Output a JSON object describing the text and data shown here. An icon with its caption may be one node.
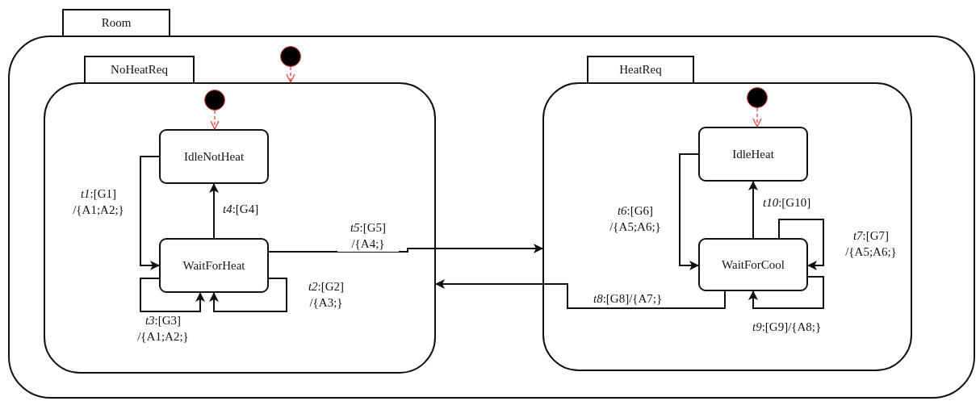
{
  "diagram": {
    "nodes": [
      {
        "text": [
          "Room"
        ]
      },
      {
        "text": [
          "NoHeatReq"
        ],
        "in": 0
      },
      {
        "text": [],
        "shape": "circle",
        "in": 0
      },
      {
        "text": [],
        "shape": "circle",
        "in": 1
      },
      {
        "text": [
          "IdleNotHeat"
        ],
        "in": 1
      },
      {
        "text": [
          "WaitForHeat"
        ],
        "in": 1
      },
      {
        "text": [
          "HeatReq"
        ],
        "in": 0
      },
      {
        "text": [],
        "shape": "circle",
        "in": 6
      },
      {
        "text": [
          "IdleHeat"
        ],
        "in": 6
      },
      {
        "text": [
          "WaitForCool"
        ],
        "in": 6
      }
    ],
    "edges": [
      {
        "from": 2,
        "to": 1,
        "arrow": "to",
        "style": "dashed",
        "color": "#e8413f"
      },
      {
        "from": 3,
        "to": 4,
        "arrow": "to",
        "style": "dashed",
        "color": "#e8413f"
      },
      {
        "from": 4,
        "to": 5,
        "arrow": "to",
        "label": "*t1*:[G1] /{A1;A2;}"
      },
      {
        "from": 5,
        "to": 4,
        "arrow": "to",
        "label": "*t4*:[G4]"
      },
      {
        "from": 5,
        "to": 5,
        "arrow": "to",
        "label": "*t2*:[G2] /{A3;}"
      },
      {
        "from": 5,
        "to": 5,
        "arrow": "to",
        "label": "*t3*:[G3] /{A1;A2;}"
      },
      {
        "from": 5,
        "to": 6,
        "arrow": "to",
        "label": "*t5*:[G5] /{A4;}"
      },
      {
        "from": 7,
        "to": 8,
        "arrow": "to",
        "style": "dashed",
        "color": "#e8413f"
      },
      {
        "from": 8,
        "to": 9,
        "arrow": "to",
        "label": "*t6*:[G6] /{A5;A6;}"
      },
      {
        "from": 9,
        "to": 8,
        "arrow": "to",
        "label": "*t10*:[G10]"
      },
      {
        "from": 9,
        "to": 9,
        "arrow": "to",
        "label": "*t7*:[G7] /{A5;A6;}"
      },
      {
        "from": 9,
        "to": 1,
        "arrow": "to",
        "label": "*t8*:[G8]/{A7;}"
      },
      {
        "from": 9,
        "to": 9,
        "arrow": "to",
        "label": "*t9*:[G9]/{A8;}"
      }
    ]
  }
}
